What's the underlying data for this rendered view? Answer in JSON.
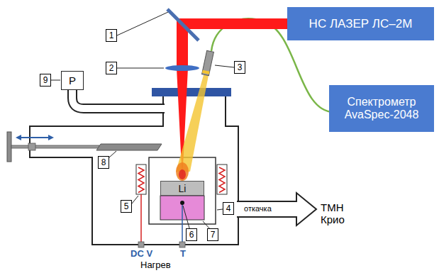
{
  "diagram": {
    "nodes": [
      {
        "text": [
          "НС ЛАЗЕР ЛС–2М"
        ]
      },
      {
        "text": [
          "Спектрометр AvaSpec-2048"
        ]
      },
      {
        "text": [
          "P"
        ]
      },
      {
        "text": [
          "Li"
        ]
      }
    ],
    "edges": [
      {
        "from": 0,
        "to": 3,
        "arrow": "none"
      }
    ],
    "labels": [
      "1",
      "2",
      "3",
      "4",
      "5",
      "6",
      "7",
      "8",
      "9",
      "откачка",
      "ТМН Крио",
      "DC V",
      "T",
      "Нагрев"
    ]
  }
}
